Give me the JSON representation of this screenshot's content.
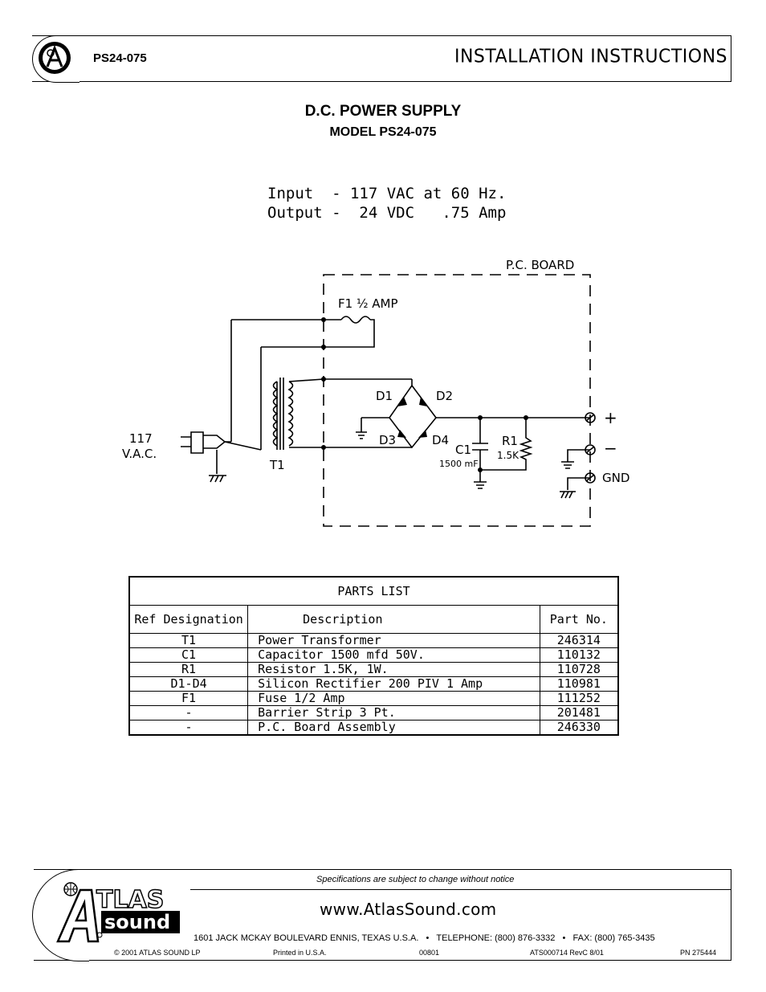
{
  "header": {
    "model": "PS24-075",
    "title": "INSTALLATION INSTRUCTIONS"
  },
  "document": {
    "title": "D.C. POWER SUPPLY",
    "subtitle": "MODEL PS24-075"
  },
  "specs": {
    "input": "Input  - 117 VAC at 60 Hz.",
    "output": "Output -  24 VDC   .75 Amp"
  },
  "schematic": {
    "board_label": "P.C. BOARD",
    "fuse_label": "F1  ½ AMP",
    "ac_label_1": "117",
    "ac_label_2": "V.A.C.",
    "transformer_label": "T1",
    "d1": "D1",
    "d2": "D2",
    "d3": "D3",
    "d4": "D4",
    "c1": "C1",
    "c1_value": "1500 mF",
    "r1": "R1",
    "r1_value": "1.5K",
    "plus": "+",
    "minus": "−",
    "gnd": "GND"
  },
  "parts_list": {
    "caption": "PARTS LIST",
    "headers": [
      "Ref Designation",
      "Description",
      "Part No."
    ],
    "rows": [
      [
        "T1",
        "Power Transformer",
        "246314"
      ],
      [
        "C1",
        "Capacitor 1500 mfd 50V.",
        "110132"
      ],
      [
        "R1",
        "Resistor 1.5K, 1W.",
        "110728"
      ],
      [
        "D1-D4",
        "Silicon Rectifier 200 PIV  1 Amp",
        "110981"
      ],
      [
        "F1",
        "Fuse 1/2 Amp",
        "111252"
      ],
      [
        "-",
        "Barrier Strip 3 Pt.",
        "201481"
      ],
      [
        "-",
        "P.C. Board Assembly",
        "246330"
      ]
    ]
  },
  "footer": {
    "notice": "Specifications are subject to change without notice",
    "url": "www.AtlasSound.com",
    "address": "1601 JACK MCKAY BOULEVARD ENNIS, TEXAS U.S.A.   •   TELEPHONE: (800) 876-3332   •   FAX: (800) 765-3435",
    "copyright": "© 2001 ATLAS SOUND LP",
    "printed": "Printed in U.S.A.",
    "code": "00801",
    "doc_id": "ATS000714 RevC 8/01",
    "pn": "PN 275444",
    "logo_text_1": "TLAS",
    "logo_text_2": "sound"
  }
}
